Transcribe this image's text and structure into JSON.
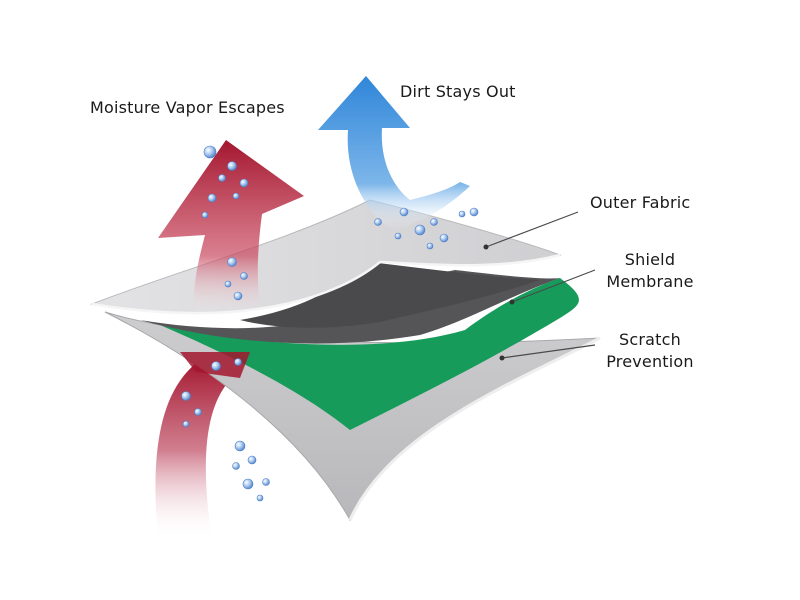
{
  "labels": {
    "moisture": "Moisture Vapor Escapes",
    "dirt": "Dirt Stays Out",
    "outer_fabric": "Outer Fabric",
    "shield_line1": "Shield",
    "shield_line2": "Membrane",
    "scratch_line1": "Scratch",
    "scratch_line2": "Prevention"
  },
  "colors": {
    "background": "#ffffff",
    "outer_fabric": "#d6d6d8",
    "shield_membrane": "#169b5a",
    "scratch_prevention": "#c4c4c6",
    "shadow_layer": "#555558",
    "moisture_arrow": "#a3162e",
    "dirt_arrow": "#3d8ddb",
    "droplet": "#8fb4e6",
    "leader_line": "#4a4a4a"
  }
}
